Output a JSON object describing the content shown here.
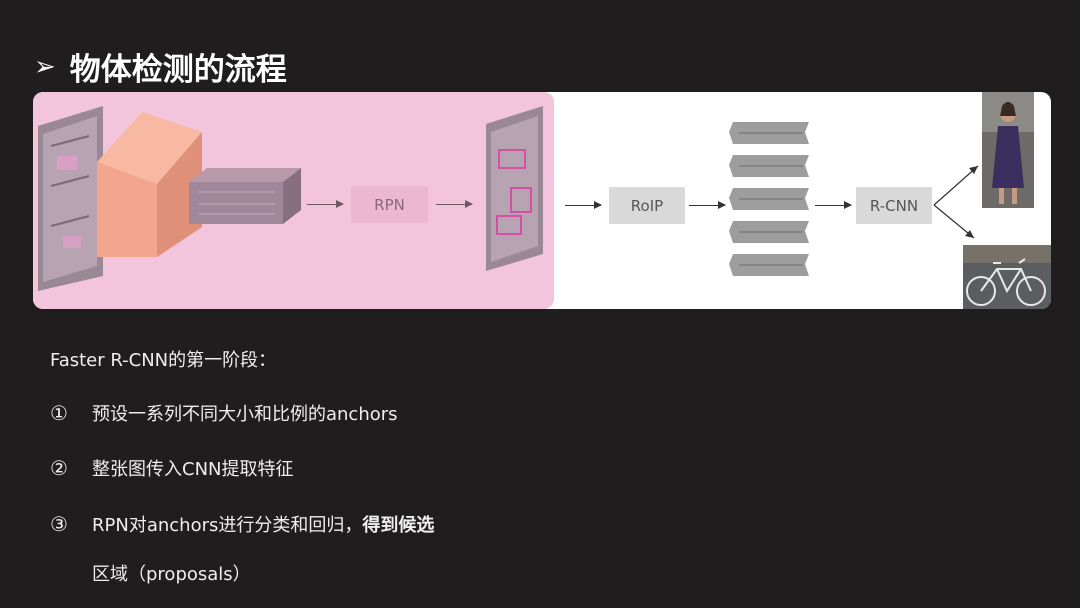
{
  "slide": {
    "title_arrow": "➢",
    "title": "物体检测的流程"
  },
  "diagram": {
    "rpn_label": "RPN",
    "roip_label": "RoIP",
    "rcnn_label": "R-CNN"
  },
  "text": {
    "intro": "Faster R-CNN的第一阶段：",
    "steps": [
      {
        "num": "①",
        "text": "预设一系列不同大小和比例的anchors"
      },
      {
        "num": "②",
        "text": "整张图传入CNN提取特征"
      },
      {
        "num": "③",
        "text_plain": "RPN对anchors进行分类和回归，",
        "text_bold": "得到候选",
        "cont": "区域（proposals）"
      }
    ]
  },
  "colors": {
    "background": "#1f1d1e",
    "highlight": "#f2c5dc",
    "cuboid": "#f4a58e",
    "box": "#d9d9d9"
  }
}
